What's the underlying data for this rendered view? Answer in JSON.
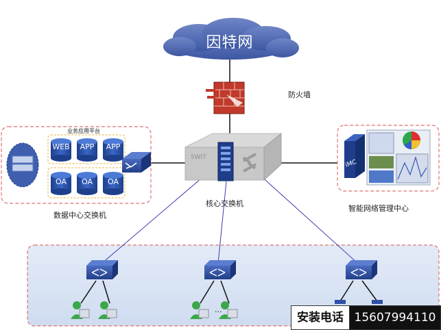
{
  "internet": {
    "label": "因特网"
  },
  "firewall": {
    "label": "防火墙"
  },
  "core_switch": {
    "label": "核心交换机",
    "badge": "SWIT"
  },
  "data_center": {
    "label": "数据中心交换机",
    "platform_label": "业务应用平台",
    "top_row": [
      "WEB",
      "APP",
      "APP"
    ],
    "bottom_row": [
      "OA",
      "OA",
      "OA"
    ]
  },
  "management": {
    "label": "智能网络管理中心",
    "badge": "iMC"
  },
  "access_dots": "...",
  "contact": {
    "label": "安装电话",
    "phone": "15607994110"
  }
}
